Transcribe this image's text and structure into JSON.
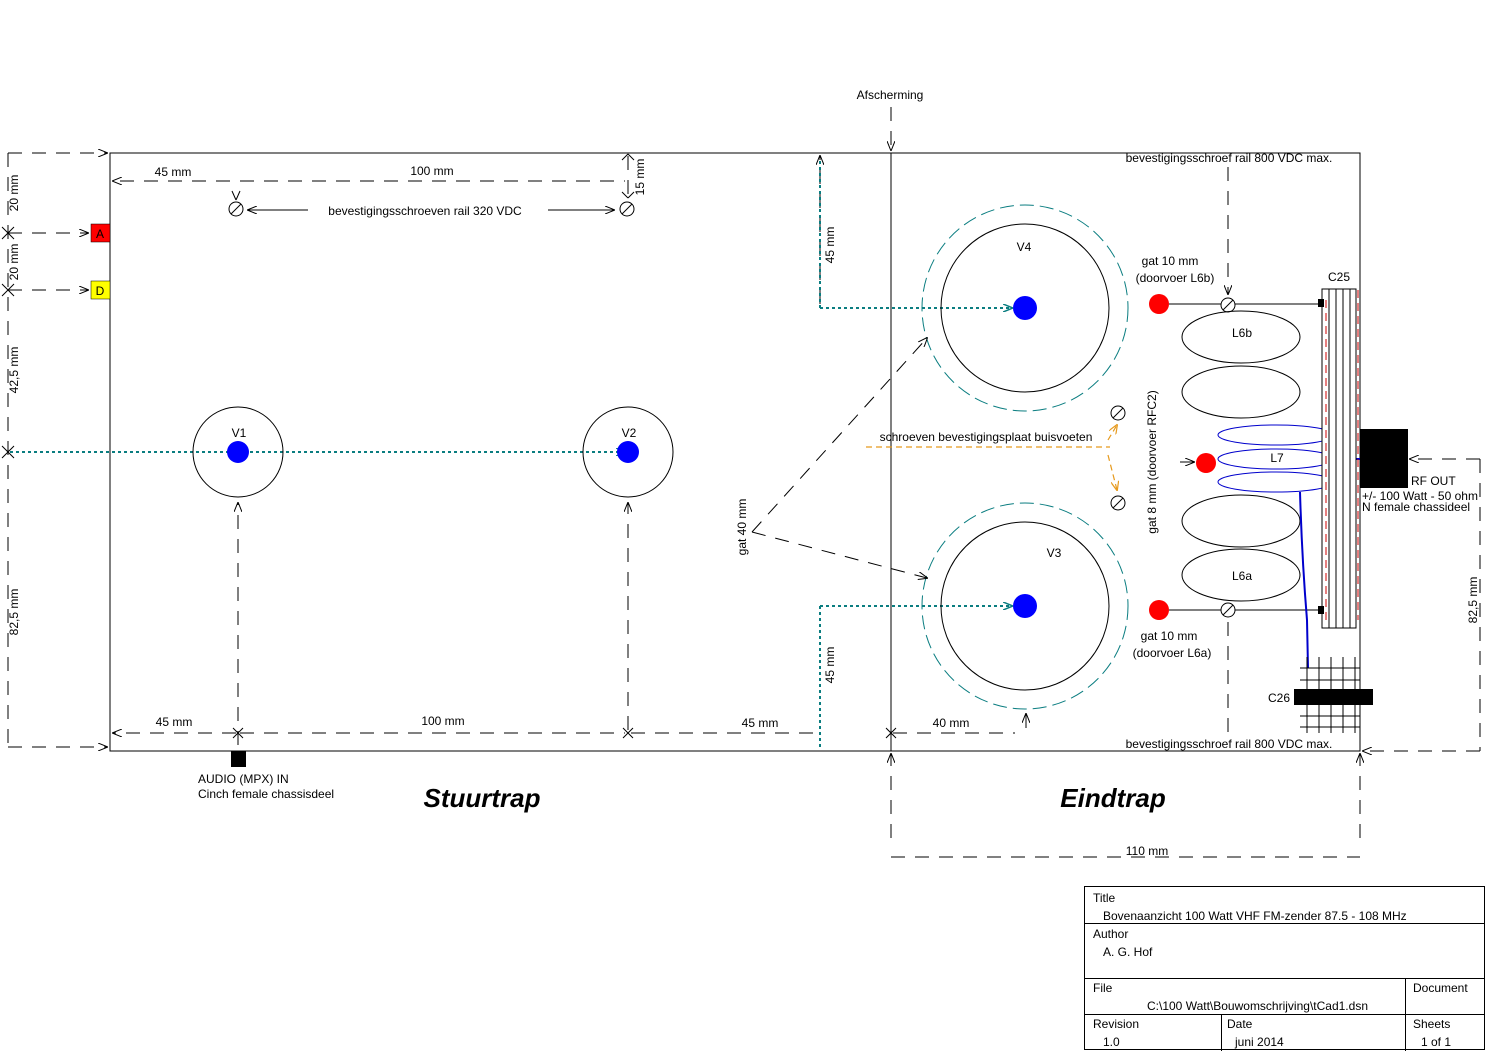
{
  "labels": {
    "shielding": "Afscherming",
    "mount_rail_320": "bevestigingsschroeven rail 320 VDC",
    "mount_rail_800_top": "bevestigingsschroef rail 800 VDC max.",
    "mount_rail_800_bottom": "bevestigingsschroef rail 800 VDC max.",
    "hole10_top_line1": "gat 10 mm",
    "hole10_top_line2": "(doorvoer L6b)",
    "hole10_bottom_line1": "gat 10 mm",
    "hole10_bottom_line2": "(doorvoer L6a)",
    "hole8": "gat 8 mm (doorvoer RFC2)",
    "hole40": "gat 40 mm",
    "socket_screws": "schroeven bevestigingsplaat buisvoeten",
    "audio_line1": "AUDIO (MPX) IN",
    "audio_line2": "Cinch female chassisdeel",
    "rf_out_line1": "RF OUT",
    "rf_out_line2": "+/- 100 Watt - 50 ohm",
    "rf_out_line3": "N female chassideel",
    "stuurtrap": "Stuurtrap",
    "eindtrap": "Eindtrap"
  },
  "components": {
    "v1": "V1",
    "v2": "V2",
    "v3": "V3",
    "v4": "V4",
    "l6a": "L6a",
    "l6b": "L6b",
    "l7": "L7",
    "c25": "C25",
    "c26": "C26",
    "conn_a": "A",
    "conn_d": "D"
  },
  "dimensions": {
    "d45_top": "45 mm",
    "d100_top": "100 mm",
    "d15": "15 mm",
    "d20_a": "20 mm",
    "d20_b": "20 mm",
    "d42_5": "42,5 mm",
    "d82_5_left": "82,5 mm",
    "d45_v4": "45 mm",
    "d45_v3": "45 mm",
    "d45_bottom_left": "45 mm",
    "d100_bottom": "100 mm",
    "d45_bottom_mid": "45 mm",
    "d40_bottom": "40 mm",
    "d110": "110 mm",
    "d82_5_right": "82,5 mm"
  },
  "colors": {
    "tube_pin": "#0000ff",
    "feedthrough": "#ff0000",
    "teal_dotted": "#0a7d80",
    "orange_dashed": "#e69a1e",
    "connector_a": "#ff0000",
    "connector_d": "#ffff00",
    "coil_wire": "#0000ff"
  },
  "title_block": {
    "title_label": "Title",
    "title_value": "Bovenaanzicht 100 Watt VHF FM-zender 87.5 - 108 MHz",
    "author_label": "Author",
    "author_value": "A. G. Hof",
    "file_label": "File",
    "file_value": "C:\\100 Watt\\Bouwomschrijving\\tCad1.dsn",
    "document_label": "Document",
    "revision_label": "Revision",
    "revision_value": "1.0",
    "date_label": "Date",
    "date_value": "juni 2014",
    "sheets_label": "Sheets",
    "sheets_value": "1 of 1"
  }
}
